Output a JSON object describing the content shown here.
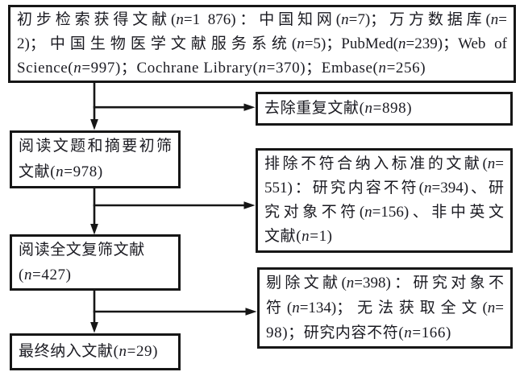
{
  "colors": {
    "ink": "#1b1b22",
    "border": "#161616",
    "background": "#ffffff"
  },
  "flowchart": {
    "initial_search": {
      "lines": [
        "初步检索获得文献(n=1 876)：中国知网(n=7)；万方数据库(n=",
        "2)；中国生物医学文献服务系统(n=5)；PubMed(n=239)；Web of",
        "Science(n=997)；Cochrane Library(n=370)；Embase(n=256)"
      ]
    },
    "duplicates_removed": {
      "text": "去除重复文献(n=898)"
    },
    "title_abstract_screen": {
      "lines": [
        "阅读文题和摘要初筛",
        "文献(n=978)"
      ]
    },
    "excluded": {
      "lines": [
        "排除不符合纳入标准的文献(n=",
        "551)：研究内容不符(n=394)、研",
        "究对象不符(n=156)、非中英文",
        "文献(n=1)"
      ]
    },
    "fulltext_screen": {
      "lines": [
        "阅读全文复筛文献",
        "(n=427)"
      ]
    },
    "removed": {
      "lines": [
        "剔除文献(n=398)：研究对象不",
        "符(n=134)；无法获取全文(n=",
        "98)；研究内容不符(n=166)"
      ]
    },
    "final_included": {
      "text": "最终纳入文献(n=29)"
    }
  }
}
